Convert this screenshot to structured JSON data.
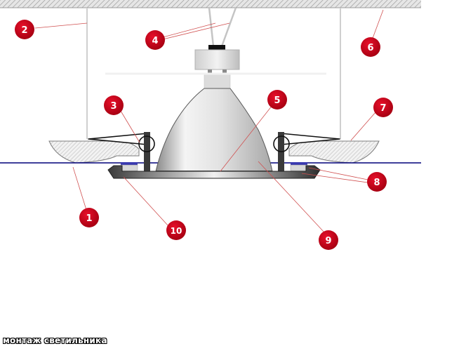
{
  "caption": "монтаж светильника",
  "colors": {
    "marker_fill": "#c8001a",
    "leader_line": "#d05050",
    "ceiling_line": "#00007a",
    "hatch": "#bdbdbd",
    "gasket": "#3a3ab0"
  },
  "markers": [
    {
      "id": "1",
      "label": "1"
    },
    {
      "id": "2",
      "label": "2"
    },
    {
      "id": "3",
      "label": "3"
    },
    {
      "id": "4",
      "label": "4"
    },
    {
      "id": "5",
      "label": "5"
    },
    {
      "id": "6",
      "label": "6"
    },
    {
      "id": "7",
      "label": "7"
    },
    {
      "id": "8",
      "label": "8"
    },
    {
      "id": "9",
      "label": "9"
    },
    {
      "id": "10",
      "label": "10"
    }
  ]
}
